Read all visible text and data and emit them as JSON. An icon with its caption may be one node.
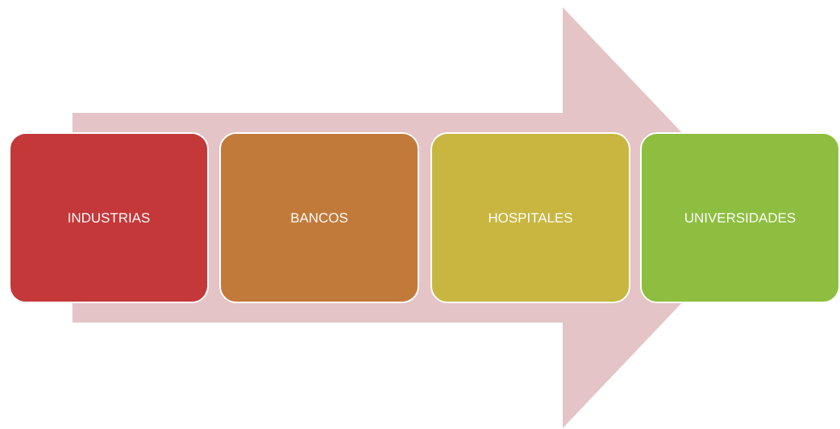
{
  "diagram": {
    "nodes": [
      {
        "text": [
          "INDUSTRIAS"
        ]
      },
      {
        "text": [
          "BANCOS"
        ]
      },
      {
        "text": [
          "HOSPITALES"
        ]
      },
      {
        "text": [
          "UNIVERSIDADES"
        ]
      }
    ],
    "edges": [
      {
        "from": 0,
        "to": 3,
        "arrow": "to"
      }
    ]
  }
}
